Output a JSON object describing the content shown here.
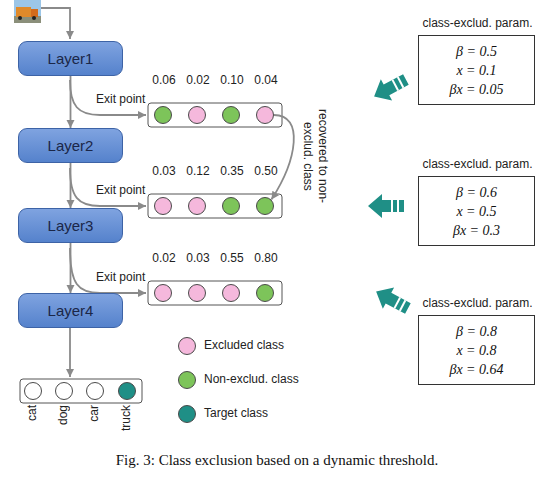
{
  "diagram": {
    "caption": "Fig. 3: Class exclusion based on a dynamic threshold.",
    "nodes": [
      {
        "text": [
          "Layer1"
        ]
      },
      {
        "text": [
          "Layer2"
        ]
      },
      {
        "text": [
          "Layer3"
        ]
      },
      {
        "text": [
          "Layer4"
        ]
      },
      {
        "text": [
          "0.06"
        ]
      },
      {
        "text": [
          "0.02"
        ]
      },
      {
        "text": [
          "0.10"
        ]
      },
      {
        "text": [
          "0.04"
        ]
      },
      {
        "text": [
          "0.03"
        ]
      },
      {
        "text": [
          "0.12"
        ]
      },
      {
        "text": [
          "0.35"
        ]
      },
      {
        "text": [
          "0.50"
        ]
      },
      {
        "text": [
          "0.02"
        ]
      },
      {
        "text": [
          "0.03"
        ]
      },
      {
        "text": [
          "0.55"
        ]
      },
      {
        "text": [
          "0.80"
        ]
      },
      {
        "text": [
          "cat"
        ]
      },
      {
        "text": [
          "dog"
        ]
      },
      {
        "text": [
          "car"
        ]
      },
      {
        "text": [
          "truck"
        ]
      },
      {
        "text": [
          "class-exclud. param.",
          "β = 0.5",
          "x = 0.1",
          "βx = 0.05"
        ]
      },
      {
        "text": [
          "class-exclud. param.",
          "β = 0.6",
          "x = 0.5",
          "βx = 0.3"
        ]
      },
      {
        "text": [
          "class-exclud. param.",
          "β = 0.8",
          "x = 0.8",
          "βx = 0.64"
        ]
      }
    ],
    "edges": [
      {
        "from": 0,
        "to": 1,
        "arrow": "to"
      },
      {
        "from": 1,
        "to": 2,
        "arrow": "to"
      },
      {
        "from": 2,
        "to": 3,
        "arrow": "to"
      },
      {
        "from": 7,
        "to": 11,
        "arrow": "to"
      }
    ],
    "labels": [
      "Exit point",
      "Exit point",
      "Exit point",
      "recovered to non-exclud. class"
    ],
    "legend": [
      {
        "text": "Excluded class",
        "color": "#f5b8dc"
      },
      {
        "text": "Non-exclud. class",
        "color": "#7dc45a"
      },
      {
        "text": "Target class",
        "color": "#1f8f86"
      }
    ]
  }
}
